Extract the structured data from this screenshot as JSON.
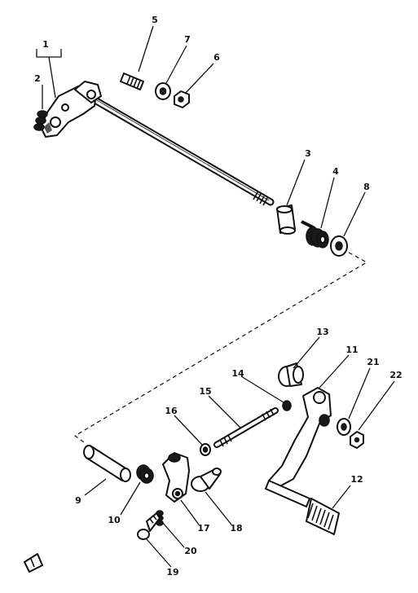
{
  "callouts": [
    {
      "id": "1",
      "label": "1"
    },
    {
      "id": "2",
      "label": "2"
    },
    {
      "id": "5",
      "label": "5"
    },
    {
      "id": "7",
      "label": "7"
    },
    {
      "id": "6",
      "label": "6"
    },
    {
      "id": "3",
      "label": "3"
    },
    {
      "id": "4",
      "label": "4"
    },
    {
      "id": "8",
      "label": "8"
    },
    {
      "id": "13",
      "label": "13"
    },
    {
      "id": "11",
      "label": "11"
    },
    {
      "id": "21",
      "label": "21"
    },
    {
      "id": "22",
      "label": "22"
    },
    {
      "id": "14",
      "label": "14"
    },
    {
      "id": "15",
      "label": "15"
    },
    {
      "id": "16",
      "label": "16"
    },
    {
      "id": "9",
      "label": "9"
    },
    {
      "id": "10",
      "label": "10"
    },
    {
      "id": "17",
      "label": "17"
    },
    {
      "id": "18",
      "label": "18"
    },
    {
      "id": "12",
      "label": "12"
    },
    {
      "id": "20",
      "label": "20"
    },
    {
      "id": "19",
      "label": "19"
    }
  ]
}
